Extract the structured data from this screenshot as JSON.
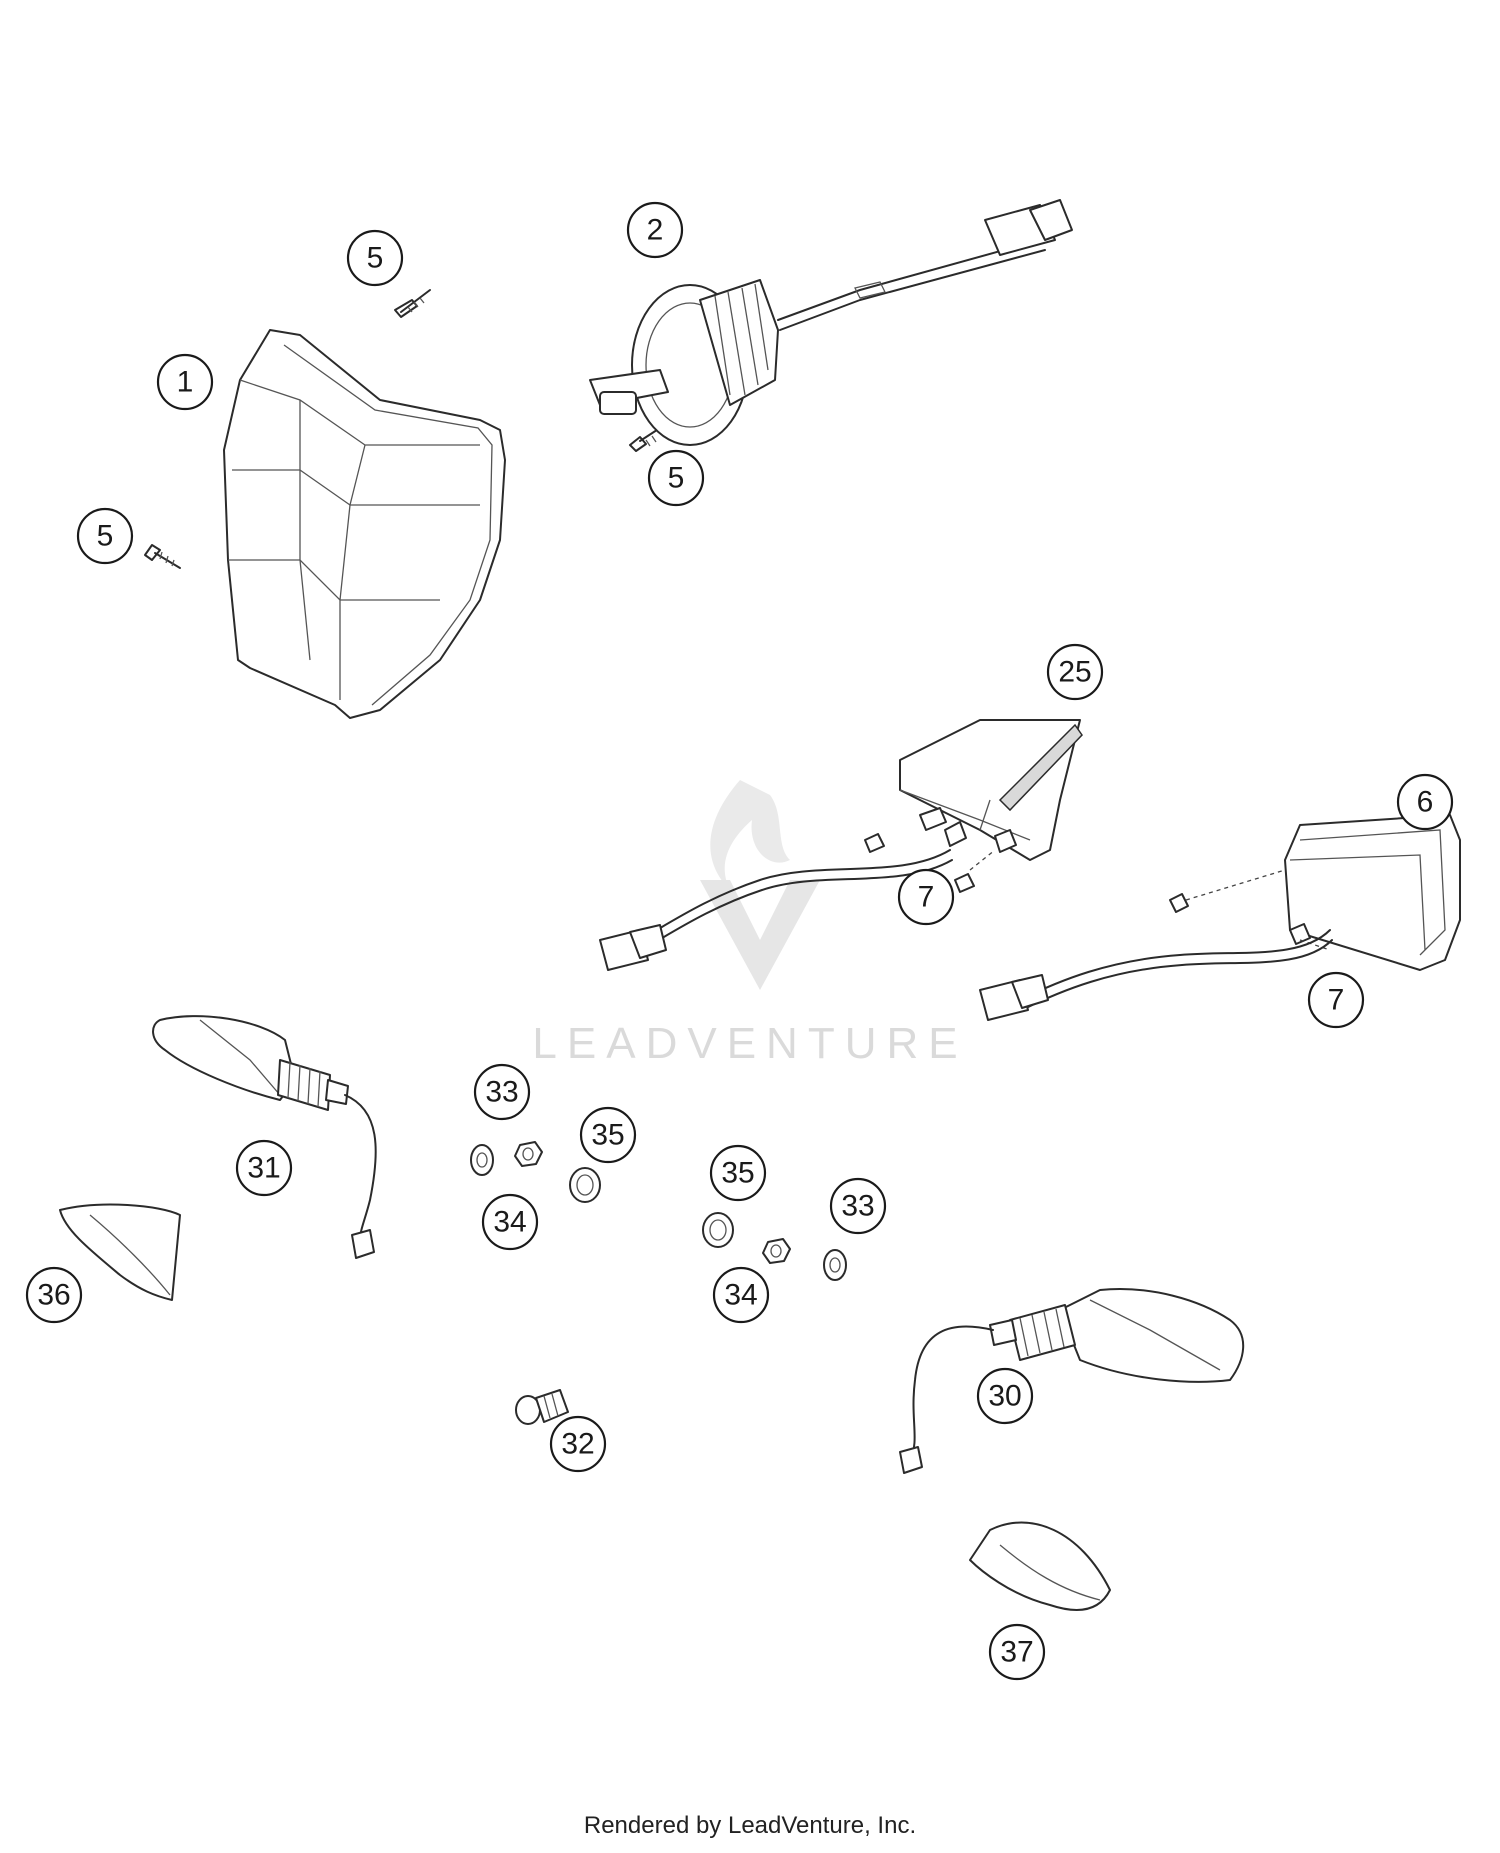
{
  "diagram": {
    "callouts": [
      "5",
      "2",
      "1",
      "5",
      "5",
      "25",
      "6",
      "7",
      "7",
      "33",
      "35",
      "31",
      "34",
      "35",
      "33",
      "36",
      "34",
      "30",
      "32",
      "37"
    ],
    "watermark": "LEADVENTURE"
  },
  "footer": {
    "text": "Rendered by LeadVenture, Inc."
  }
}
